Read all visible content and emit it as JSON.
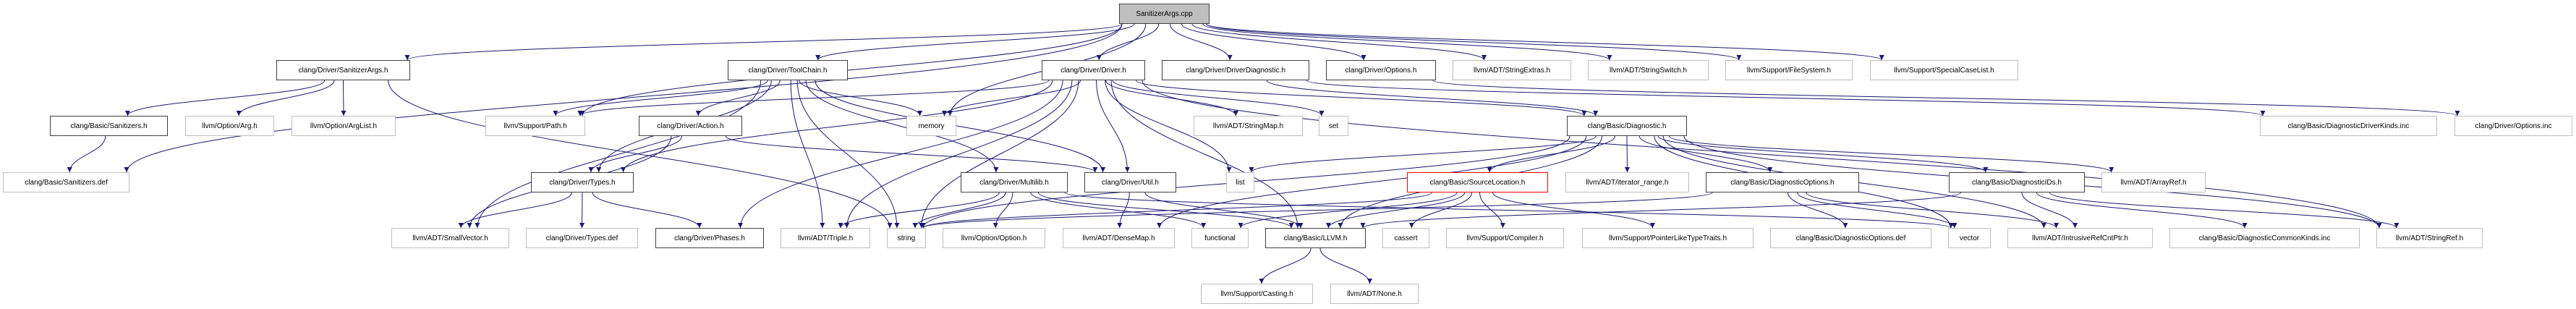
{
  "title": "SanitizerArgs.cpp include dependency graph",
  "colors": {
    "edge": "#191970",
    "root_fill": "#bfbfbf",
    "documented_border": "#404040",
    "external_border": "#bfbfbf",
    "highlight_border": "#ff0000"
  },
  "nodes": [
    {
      "id": "root",
      "label": "SanitizerArgs.cpp",
      "kind": "root"
    },
    {
      "id": "sanargs_h",
      "label": "clang/Driver/SanitizerArgs.h",
      "kind": "documented"
    },
    {
      "id": "toolchain_h",
      "label": "clang/Driver/ToolChain.h",
      "kind": "documented"
    },
    {
      "id": "driver_h",
      "label": "clang/Driver/Driver.h",
      "kind": "documented"
    },
    {
      "id": "driverdiag_h",
      "label": "clang/Driver/DriverDiagnostic.h",
      "kind": "documented"
    },
    {
      "id": "options_h",
      "label": "clang/Driver/Options.h",
      "kind": "documented"
    },
    {
      "id": "stringextras_h",
      "label": "llvm/ADT/StringExtras.h",
      "kind": "external"
    },
    {
      "id": "stringswitch_h",
      "label": "llvm/ADT/StringSwitch.h",
      "kind": "external"
    },
    {
      "id": "filesystem_h",
      "label": "llvm/Support/FileSystem.h",
      "kind": "external"
    },
    {
      "id": "specialcase_h",
      "label": "llvm/Support/SpecialCaseList.h",
      "kind": "external"
    },
    {
      "id": "sanitizers_h",
      "label": "clang/Basic/Sanitizers.h",
      "kind": "documented"
    },
    {
      "id": "arg_h",
      "label": "llvm/Option/Arg.h",
      "kind": "external"
    },
    {
      "id": "arglist_h",
      "label": "llvm/Option/ArgList.h",
      "kind": "external"
    },
    {
      "id": "path_h",
      "label": "llvm/Support/Path.h",
      "kind": "external"
    },
    {
      "id": "action_h",
      "label": "clang/Driver/Action.h",
      "kind": "documented"
    },
    {
      "id": "memory",
      "label": "memory",
      "kind": "external"
    },
    {
      "id": "stringmap_h",
      "label": "llvm/ADT/StringMap.h",
      "kind": "external"
    },
    {
      "id": "set",
      "label": "set",
      "kind": "external"
    },
    {
      "id": "diagnostic_h",
      "label": "clang/Basic/Diagnostic.h",
      "kind": "documented"
    },
    {
      "id": "diagdriverkinds_inc",
      "label": "clang/Basic/DiagnosticDriverKinds.inc",
      "kind": "external"
    },
    {
      "id": "options_inc",
      "label": "clang/Driver/Options.inc",
      "kind": "external"
    },
    {
      "id": "sanitizers_def",
      "label": "clang/Basic/Sanitizers.def",
      "kind": "external"
    },
    {
      "id": "types_h",
      "label": "clang/Driver/Types.h",
      "kind": "documented"
    },
    {
      "id": "multilib_h",
      "label": "clang/Driver/Multilib.h",
      "kind": "documented"
    },
    {
      "id": "util_h",
      "label": "clang/Driver/Util.h",
      "kind": "documented"
    },
    {
      "id": "list",
      "label": "list",
      "kind": "external"
    },
    {
      "id": "sourceloc_h",
      "label": "clang/Basic/SourceLocation.h",
      "kind": "highlight"
    },
    {
      "id": "iterrange_h",
      "label": "llvm/ADT/iterator_range.h",
      "kind": "external"
    },
    {
      "id": "diagoptions_h",
      "label": "clang/Basic/DiagnosticOptions.h",
      "kind": "documented"
    },
    {
      "id": "diagids_h",
      "label": "clang/Basic/DiagnosticIDs.h",
      "kind": "documented"
    },
    {
      "id": "arrayref_h",
      "label": "llvm/ADT/ArrayRef.h",
      "kind": "external"
    },
    {
      "id": "smallvector_h",
      "label": "llvm/ADT/SmallVector.h",
      "kind": "external"
    },
    {
      "id": "types_def",
      "label": "clang/Driver/Types.def",
      "kind": "external"
    },
    {
      "id": "phases_h",
      "label": "clang/Driver/Phases.h",
      "kind": "documented"
    },
    {
      "id": "triple_h",
      "label": "llvm/ADT/Triple.h",
      "kind": "external"
    },
    {
      "id": "string",
      "label": "string",
      "kind": "external"
    },
    {
      "id": "option_h",
      "label": "llvm/Option/Option.h",
      "kind": "external"
    },
    {
      "id": "densemap_h",
      "label": "llvm/ADT/DenseMap.h",
      "kind": "external"
    },
    {
      "id": "functional",
      "label": "functional",
      "kind": "external"
    },
    {
      "id": "llvm_h",
      "label": "clang/Basic/LLVM.h",
      "kind": "documented"
    },
    {
      "id": "cassert",
      "label": "cassert",
      "kind": "external"
    },
    {
      "id": "compiler_h",
      "label": "llvm/Support/Compiler.h",
      "kind": "external"
    },
    {
      "id": "ptrlike_h",
      "label": "llvm/Support/PointerLikeTypeTraits.h",
      "kind": "external"
    },
    {
      "id": "diagoptions_def",
      "label": "clang/Basic/DiagnosticOptions.def",
      "kind": "external"
    },
    {
      "id": "vector",
      "label": "vector",
      "kind": "external"
    },
    {
      "id": "intrusive_h",
      "label": "llvm/ADT/IntrusiveRefCntPtr.h",
      "kind": "external"
    },
    {
      "id": "diagcommonkinds_inc",
      "label": "clang/Basic/DiagnosticCommonKinds.inc",
      "kind": "external"
    },
    {
      "id": "stringref_h",
      "label": "llvm/ADT/StringRef.h",
      "kind": "external"
    },
    {
      "id": "casting_h",
      "label": "llvm/Support/Casting.h",
      "kind": "external"
    },
    {
      "id": "none_h",
      "label": "llvm/ADT/None.h",
      "kind": "external"
    }
  ],
  "edges": [
    [
      "root",
      "sanargs_h"
    ],
    [
      "root",
      "toolchain_h"
    ],
    [
      "root",
      "driver_h"
    ],
    [
      "root",
      "driverdiag_h"
    ],
    [
      "root",
      "options_h"
    ],
    [
      "root",
      "stringextras_h"
    ],
    [
      "root",
      "stringswitch_h"
    ],
    [
      "root",
      "filesystem_h"
    ],
    [
      "root",
      "specialcase_h"
    ],
    [
      "root",
      "sanitizers_def"
    ],
    [
      "root",
      "path_h"
    ],
    [
      "root",
      "memory"
    ],
    [
      "sanargs_h",
      "sanitizers_h"
    ],
    [
      "sanargs_h",
      "arg_h"
    ],
    [
      "sanargs_h",
      "arglist_h"
    ],
    [
      "sanargs_h",
      "string"
    ],
    [
      "sanitizers_h",
      "sanitizers_def"
    ],
    [
      "toolchain_h",
      "path_h"
    ],
    [
      "toolchain_h",
      "action_h"
    ],
    [
      "toolchain_h",
      "memory"
    ],
    [
      "toolchain_h",
      "triple_h"
    ],
    [
      "toolchain_h",
      "string"
    ],
    [
      "toolchain_h",
      "multilib_h"
    ],
    [
      "toolchain_h",
      "types_h"
    ],
    [
      "toolchain_h",
      "smallvector_h"
    ],
    [
      "toolchain_h",
      "util_h"
    ],
    [
      "driver_h",
      "memory"
    ],
    [
      "driver_h",
      "stringmap_h"
    ],
    [
      "driver_h",
      "set"
    ],
    [
      "driver_h",
      "list"
    ],
    [
      "driver_h",
      "util_h"
    ],
    [
      "driver_h",
      "phases_h"
    ],
    [
      "driver_h",
      "types_h"
    ],
    [
      "driver_h",
      "string"
    ],
    [
      "driver_h",
      "triple_h"
    ],
    [
      "driver_h",
      "llvm_h"
    ],
    [
      "driver_h",
      "diagnostic_h"
    ],
    [
      "driver_h",
      "path_h"
    ],
    [
      "driver_h",
      "stringref_h"
    ],
    [
      "driverdiag_h",
      "diagnostic_h"
    ],
    [
      "driverdiag_h",
      "diagdriverkinds_inc"
    ],
    [
      "options_h",
      "options_inc"
    ],
    [
      "action_h",
      "types_h"
    ],
    [
      "action_h",
      "smallvector_h"
    ],
    [
      "action_h",
      "util_h"
    ],
    [
      "types_h",
      "smallvector_h"
    ],
    [
      "types_h",
      "types_def"
    ],
    [
      "types_h",
      "phases_h"
    ],
    [
      "multilib_h",
      "triple_h"
    ],
    [
      "multilib_h",
      "string"
    ],
    [
      "multilib_h",
      "option_h"
    ],
    [
      "multilib_h",
      "vector"
    ],
    [
      "multilib_h",
      "functional"
    ],
    [
      "multilib_h",
      "llvm_h"
    ],
    [
      "util_h",
      "densemap_h"
    ],
    [
      "util_h",
      "llvm_h"
    ],
    [
      "diagnostic_h",
      "sourceloc_h"
    ],
    [
      "diagnostic_h",
      "iterrange_h"
    ],
    [
      "diagnostic_h",
      "diagoptions_h"
    ],
    [
      "diagnostic_h",
      "diagids_h"
    ],
    [
      "diagnostic_h",
      "arrayref_h"
    ],
    [
      "diagnostic_h",
      "list"
    ],
    [
      "diagnostic_h",
      "vector"
    ],
    [
      "diagnostic_h",
      "intrusive_h"
    ],
    [
      "diagnostic_h",
      "densemap_h"
    ],
    [
      "diagnostic_h",
      "string"
    ],
    [
      "diagnostic_h",
      "stringref_h"
    ],
    [
      "diagnostic_h",
      "llvm_h"
    ],
    [
      "sourceloc_h",
      "llvm_h"
    ],
    [
      "sourceloc_h",
      "cassert"
    ],
    [
      "sourceloc_h",
      "compiler_h"
    ],
    [
      "sourceloc_h",
      "ptrlike_h"
    ],
    [
      "sourceloc_h",
      "functional"
    ],
    [
      "sourceloc_h",
      "string"
    ],
    [
      "diagoptions_h",
      "diagoptions_def"
    ],
    [
      "diagoptions_h",
      "vector"
    ],
    [
      "diagoptions_h",
      "intrusive_h"
    ],
    [
      "diagoptions_h",
      "string"
    ],
    [
      "diagids_h",
      "intrusive_h"
    ],
    [
      "diagids_h",
      "diagcommonkinds_inc"
    ],
    [
      "diagids_h",
      "stringref_h"
    ],
    [
      "diagids_h",
      "llvm_h"
    ],
    [
      "llvm_h",
      "casting_h"
    ],
    [
      "llvm_h",
      "none_h"
    ]
  ]
}
